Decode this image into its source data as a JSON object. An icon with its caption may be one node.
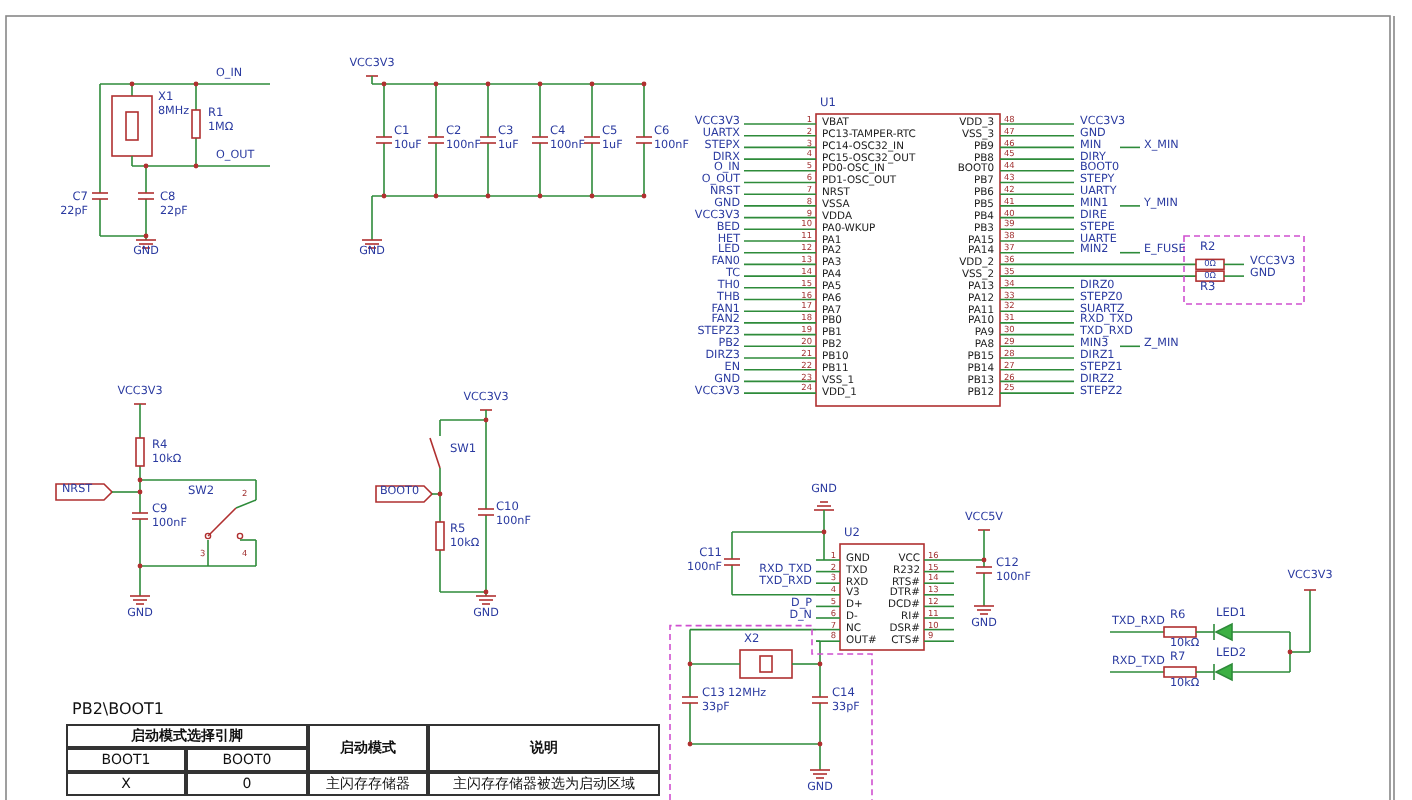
{
  "diagram": {
    "labels": [
      "O_IN",
      "X1",
      "8MHz",
      "R1",
      "1MΩ",
      "O_OUT",
      "C7",
      "22pF",
      "C8",
      "22pF",
      "GND",
      "VCC3V3",
      "C1",
      "10uF",
      "C2",
      "100nF",
      "C3",
      "1uF",
      "C4",
      "100nF",
      "C5",
      "1uF",
      "C6",
      "100nF",
      "GND",
      "U1",
      "VCC3V3",
      "UARTX",
      "STEPX",
      "DIRX",
      "O_IN",
      "O_OUT",
      "NRST",
      "GND",
      "VCC3V3",
      "BED",
      "HET",
      "LED",
      "FAN0",
      "TC",
      "TH0",
      "THB",
      "FAN1",
      "FAN2",
      "STEPZ3",
      "PB2",
      "DIRZ3",
      "EN",
      "GND",
      "VCC3V3",
      "1",
      "2",
      "3",
      "4",
      "5",
      "6",
      "7",
      "8",
      "9",
      "10",
      "11",
      "12",
      "13",
      "14",
      "15",
      "16",
      "17",
      "18",
      "19",
      "20",
      "21",
      "22",
      "23",
      "24",
      "VBAT",
      "PC13-TAMPER-RTC",
      "PC14-OSC32_IN",
      "PC15-OSC32_OUT",
      "PD0-OSC_IN",
      "PD1-OSC_OUT",
      "NRST",
      "VSSA",
      "VDDA",
      "PA0-WKUP",
      "PA1",
      "PA2",
      "PA3",
      "PA4",
      "PA5",
      "PA6",
      "PA7",
      "PB0",
      "PB1",
      "PB2",
      "PB10",
      "PB11",
      "VSS_1",
      "VDD_1",
      "VDD_3",
      "VSS_3",
      "PB9",
      "PB8",
      "BOOT0",
      "PB7",
      "PB6",
      "PB5",
      "PB4",
      "PB3",
      "PA15",
      "PA14",
      "VDD_2",
      "VSS_2",
      "PA13",
      "PA12",
      "PA11",
      "PA10",
      "PA9",
      "PA8",
      "PB15",
      "PB14",
      "PB13",
      "PB12",
      "48",
      "47",
      "46",
      "45",
      "44",
      "43",
      "42",
      "41",
      "40",
      "39",
      "38",
      "37",
      "36",
      "35",
      "34",
      "33",
      "32",
      "31",
      "30",
      "29",
      "28",
      "27",
      "26",
      "25",
      "VCC3V3",
      "GND",
      "MIN",
      "X_MIN",
      "DIRY",
      "BOOT0",
      "STEPY",
      "UARTY",
      "MIN1",
      "Y_MIN",
      "DIRE",
      "STEPE",
      "UARTE",
      "MIN2",
      "E_FUSE",
      "DIRZ0",
      "STEPZ0",
      "SUARTZ",
      "RXD_TXD",
      "TXD_RXD",
      "MIN3",
      "Z_MIN",
      "DIRZ1",
      "STEPZ1",
      "DIRZ2",
      "STEPZ2",
      "R2",
      "0Ω",
      "0Ω",
      "R3",
      "VCC3V3",
      "GND",
      "VCC3V3",
      "R4",
      "10kΩ",
      "NRST",
      "SW2",
      "2",
      "C9",
      "100nF",
      "3",
      "4",
      "GND",
      "VCC3V3",
      "SW1",
      "BOOT0",
      "R5",
      "10kΩ",
      "C10",
      "100nF",
      "GND",
      "GND",
      "C11",
      "100nF",
      "U2",
      "RXD_TXD",
      "TXD_RXD",
      "D_P",
      "D_N",
      "1",
      "2",
      "3",
      "4",
      "5",
      "6",
      "7",
      "8",
      "GND",
      "TXD",
      "RXD",
      "V3",
      "D+",
      "D-",
      "NC",
      "OUT#",
      "VCC",
      "R232",
      "RTS#",
      "DTR#",
      "DCD#",
      "RI#",
      "DSR#",
      "CTS#",
      "16",
      "15",
      "14",
      "13",
      "12",
      "11",
      "10",
      "9",
      "VCC5V",
      "C12",
      "100nF",
      "GND",
      "X2",
      "C13",
      "12MHz",
      "33pF",
      "C14",
      "33pF",
      "GND",
      "VCC3V3",
      "R6",
      "LED1",
      "TXD_RXD",
      "10kΩ",
      "LED2",
      "R7",
      "RXD_TXD",
      "10kΩ",
      "PB2\\BOOT1",
      "启动模式选择引脚",
      "启动模式",
      "说明",
      "BOOT1",
      "BOOT0",
      "X",
      "0",
      "主闪存存储器",
      "主闪存存储器被选为启动区域"
    ]
  }
}
